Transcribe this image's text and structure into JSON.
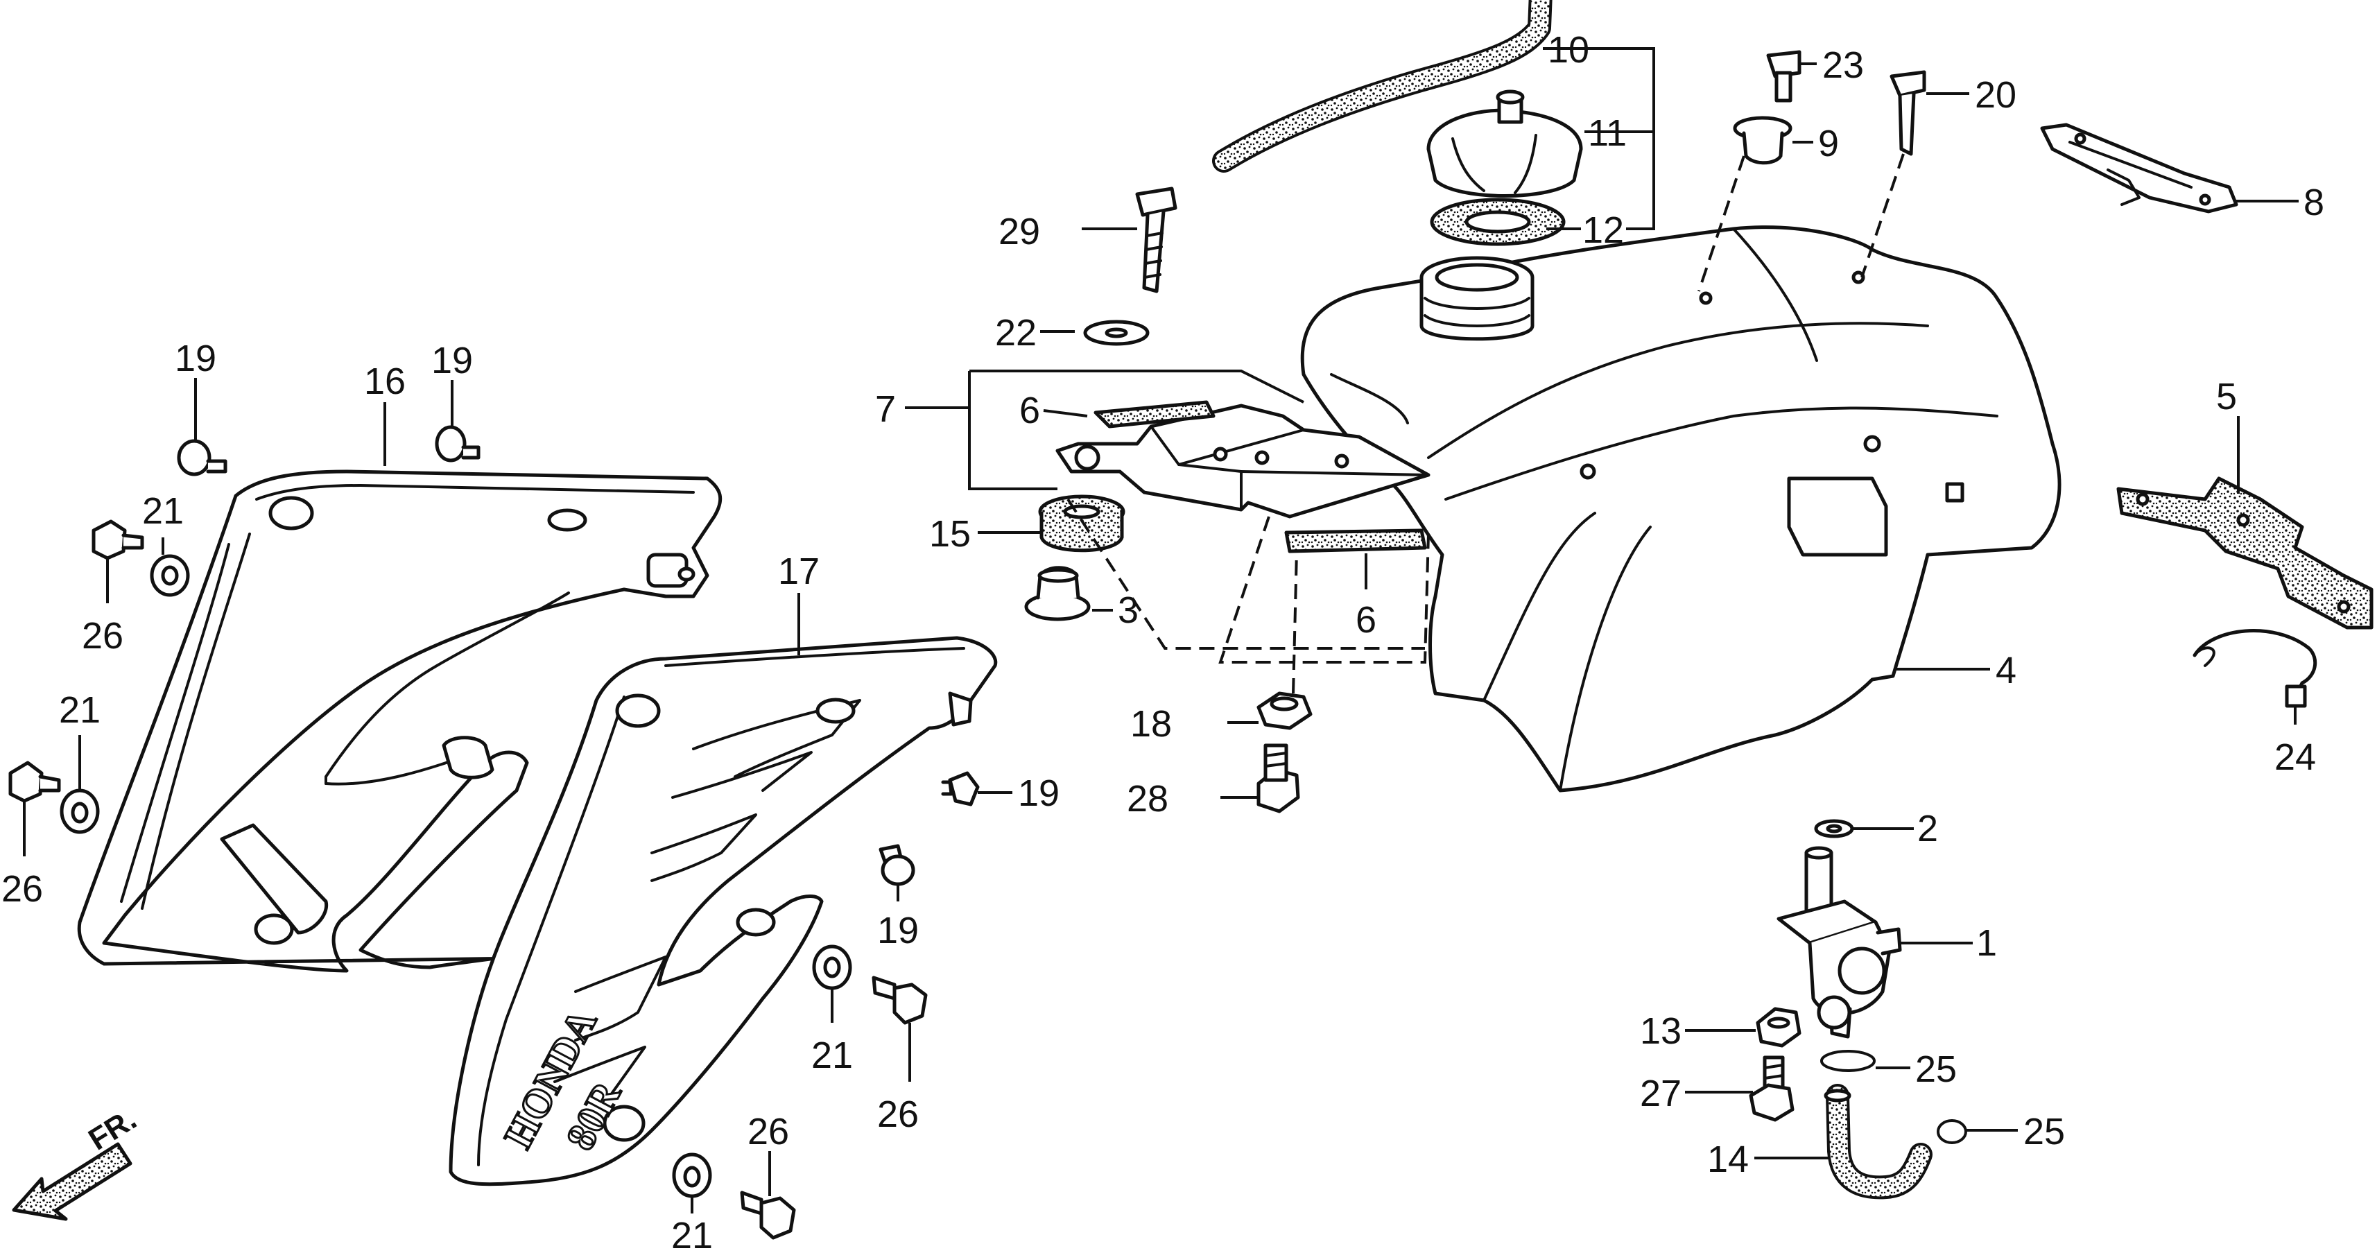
{
  "diagram": {
    "callouts": [
      {
        "id": "c1",
        "label": "1"
      },
      {
        "id": "c2",
        "label": "2"
      },
      {
        "id": "c3",
        "label": "3"
      },
      {
        "id": "c4",
        "label": "4"
      },
      {
        "id": "c5",
        "label": "5"
      },
      {
        "id": "c6a",
        "label": "6"
      },
      {
        "id": "c6b",
        "label": "6"
      },
      {
        "id": "c7",
        "label": "7"
      },
      {
        "id": "c8",
        "label": "8"
      },
      {
        "id": "c9",
        "label": "9"
      },
      {
        "id": "c10",
        "label": "10"
      },
      {
        "id": "c11",
        "label": "11"
      },
      {
        "id": "c12",
        "label": "12"
      },
      {
        "id": "c13",
        "label": "13"
      },
      {
        "id": "c14",
        "label": "14"
      },
      {
        "id": "c15",
        "label": "15"
      },
      {
        "id": "c16",
        "label": "16"
      },
      {
        "id": "c17",
        "label": "17"
      },
      {
        "id": "c18",
        "label": "18"
      },
      {
        "id": "c19a",
        "label": "19"
      },
      {
        "id": "c19b",
        "label": "19"
      },
      {
        "id": "c19c",
        "label": "19"
      },
      {
        "id": "c19d",
        "label": "19"
      },
      {
        "id": "c20",
        "label": "20"
      },
      {
        "id": "c21a",
        "label": "21"
      },
      {
        "id": "c21b",
        "label": "21"
      },
      {
        "id": "c21c",
        "label": "21"
      },
      {
        "id": "c21d",
        "label": "21"
      },
      {
        "id": "c22",
        "label": "22"
      },
      {
        "id": "c23",
        "label": "23"
      },
      {
        "id": "c24",
        "label": "24"
      },
      {
        "id": "c25a",
        "label": "25"
      },
      {
        "id": "c25b",
        "label": "25"
      },
      {
        "id": "c26a",
        "label": "26"
      },
      {
        "id": "c26b",
        "label": "26"
      },
      {
        "id": "c26c",
        "label": "26"
      },
      {
        "id": "c26d",
        "label": "26"
      },
      {
        "id": "c27",
        "label": "27"
      },
      {
        "id": "c28",
        "label": "28"
      },
      {
        "id": "c29",
        "label": "29"
      }
    ],
    "front_indicator": "FR.",
    "shroud_decal": {
      "brand": "HONDA",
      "model": "80R"
    }
  }
}
